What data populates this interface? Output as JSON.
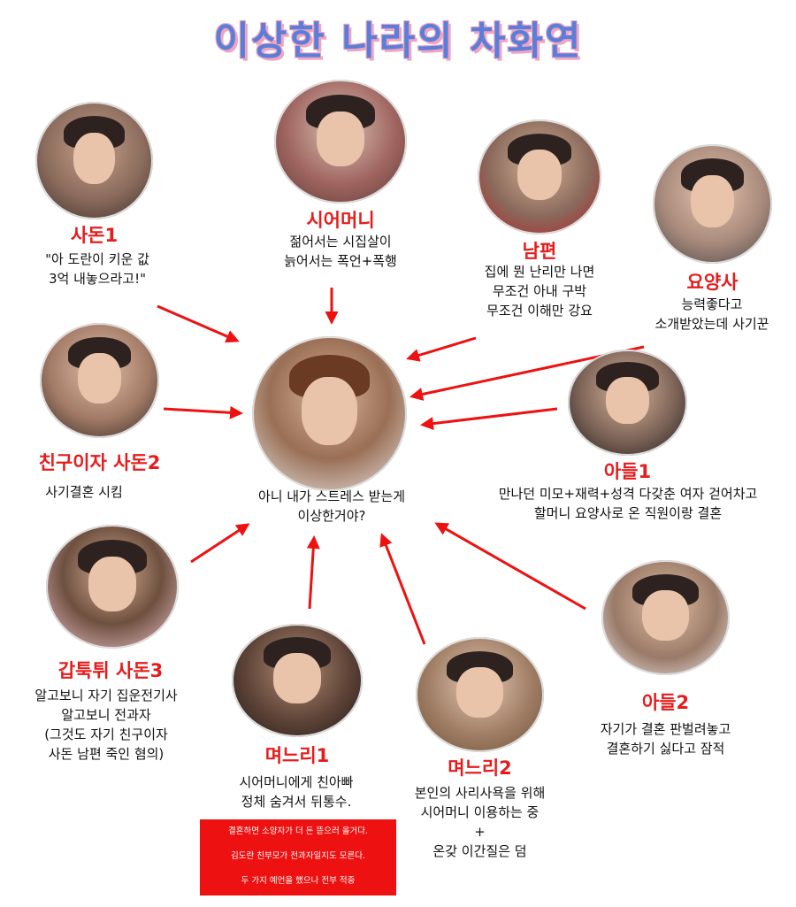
{
  "title": "이상한 나라의 차화연",
  "center": {
    "caption": [
      "아니 내가 스트레스 받는게",
      "이상한거야?"
    ]
  },
  "characters": [
    {
      "id": "sadon1",
      "name": "사돈1",
      "lines": [
        "\"아 도란이 키운 값",
        "3억 내놓으라고!\""
      ]
    },
    {
      "id": "mother-in-law",
      "name": "시어머니",
      "lines": [
        "젊어서는 시집살이",
        "늙어서는 폭언+폭행"
      ]
    },
    {
      "id": "husband",
      "name": "남편",
      "lines": [
        "집에 뭔 난리만 나면",
        "무조건 아내 구박",
        "무조건 이해만 강요"
      ]
    },
    {
      "id": "caregiver",
      "name": "요양사",
      "lines": [
        "능력좋다고",
        "소개받았는데 사기꾼"
      ]
    },
    {
      "id": "friend-sadon2",
      "name": "친구이자 사돈2",
      "lines": [
        "사기결혼 시킴"
      ]
    },
    {
      "id": "son1",
      "name": "아들1",
      "lines": [
        "만나던 미모+재력+성격 다갖춘 여자 걷어차고",
        "할머니 요양사로 온 직원이랑 결혼"
      ]
    },
    {
      "id": "sadon3",
      "name": "갑툭튀 사돈3",
      "lines": [
        "알고보니 자기 집운전기사",
        "알고보니 전과자",
        "(그것도 자기 친구이자",
        "사돈 남편 죽인 혐의)"
      ]
    },
    {
      "id": "daughter-in-law1",
      "name": "며느리1",
      "lines": [
        "시어머니에게 친아빠",
        "정체 숨겨서 뒤통수."
      ]
    },
    {
      "id": "daughter-in-law2",
      "name": "며느리2",
      "lines": [
        "본인의 사리사욕을 위해",
        "시어머니 이용하는 중",
        "+",
        "온갖 이간질은 덤"
      ]
    },
    {
      "id": "son2",
      "name": "아들2",
      "lines": [
        "자기가 결혼 판벌려놓고",
        "결혼하기 싫다고 잠적"
      ]
    }
  ],
  "note": {
    "lines": [
      "결혼하면 소양자가 더 돈 뜯으러 올거다.",
      "김도란 친부모가 전과자일지도 모른다.",
      "두 가지 예언을 했으나 전부 적중"
    ]
  },
  "colors": {
    "accent": "#e61c1c",
    "title": "#5b7fd8",
    "title_shadow": "#f2a3c0"
  }
}
